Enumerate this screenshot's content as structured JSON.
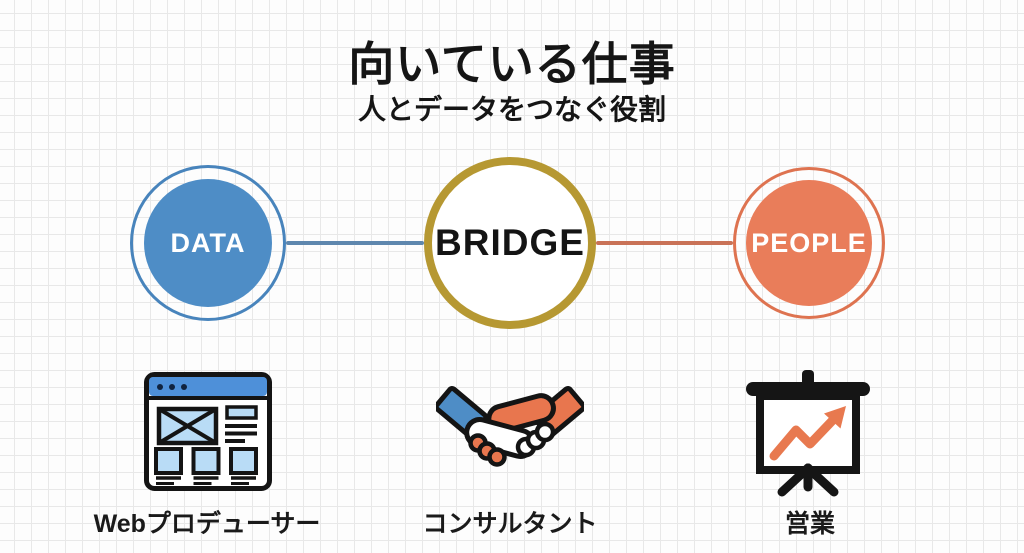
{
  "page": {
    "title": "向いている仕事",
    "subtitle": "人とデータをつなぐ役割"
  },
  "diagram": {
    "nodes": [
      {
        "label": "DATA",
        "fill": "#4E8DC6",
        "ring": "#4884BC",
        "text": "#ffffff"
      },
      {
        "label": "BRIDGE",
        "fill": "#ffffff",
        "ring": "#B69832",
        "text": "#141414"
      },
      {
        "label": "PEOPLE",
        "fill": "#E97D5A",
        "ring": "#DE7350",
        "text": "#ffffff"
      }
    ],
    "connectors": [
      {
        "from": "DATA",
        "to": "BRIDGE",
        "color": "#5E87AE"
      },
      {
        "from": "BRIDGE",
        "to": "PEOPLE",
        "color": "#C97257"
      }
    ]
  },
  "jobs": [
    {
      "icon": "browser-wireframe-icon",
      "label": "Webプロデューサー"
    },
    {
      "icon": "handshake-icon",
      "label": "コンサルタント"
    },
    {
      "icon": "presentation-chart-icon",
      "label": "営業"
    }
  ],
  "colors": {
    "accent_blue": "#4E8DC6",
    "accent_gold": "#B69832",
    "accent_coral": "#E97D5A",
    "icon_light_blue": "#B9DCF6",
    "icon_bar_blue": "#4E90D9",
    "icon_orange": "#E8764E",
    "ink": "#151515"
  }
}
